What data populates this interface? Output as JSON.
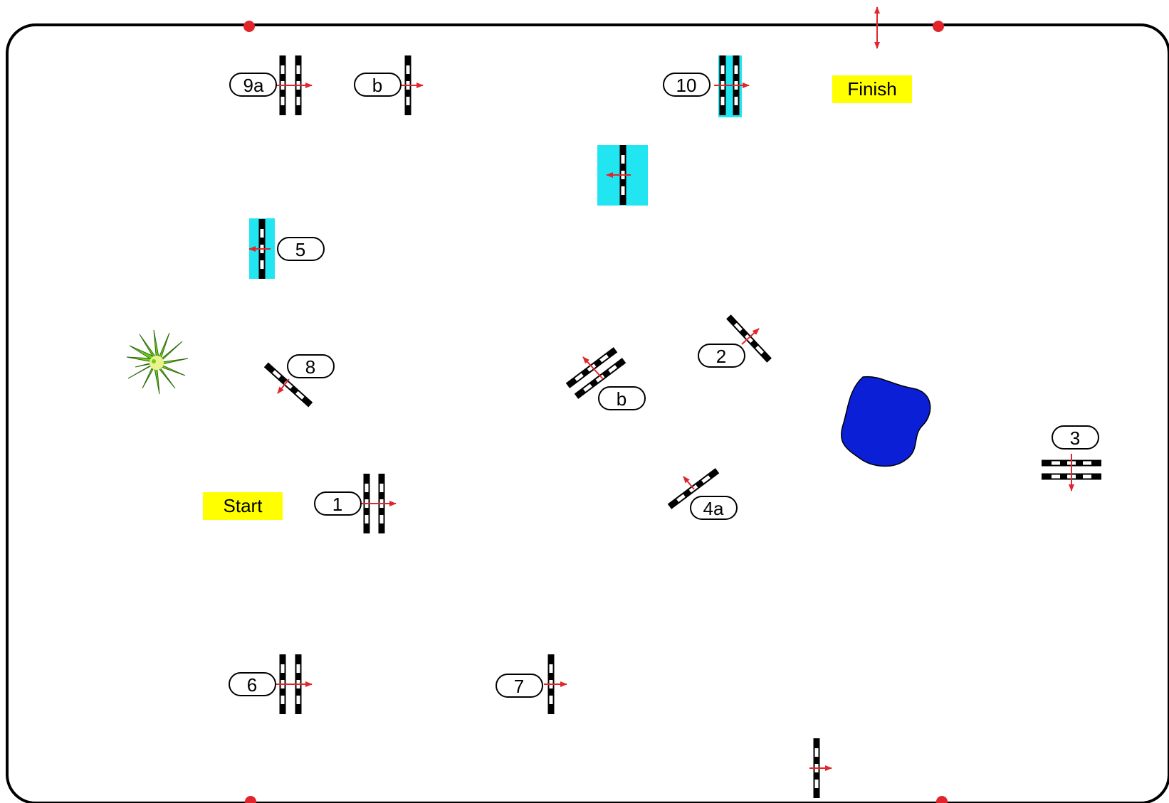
{
  "labels": {
    "start": "Start",
    "finish": "Finish"
  },
  "jumps": {
    "j1": "1",
    "j2": "2",
    "j3": "3",
    "j4a": "4a",
    "j4b": "b",
    "j5": "5",
    "j6": "6",
    "j7": "7",
    "j8": "8",
    "j9a": "9a",
    "j9b": "b",
    "j10": "10"
  },
  "colors": {
    "water_tray": "#22e5f2",
    "pond": "#0b1fd6",
    "arrow": "#e0262c",
    "label_bg": "#ffff00",
    "bush": "#6fcc1e"
  }
}
